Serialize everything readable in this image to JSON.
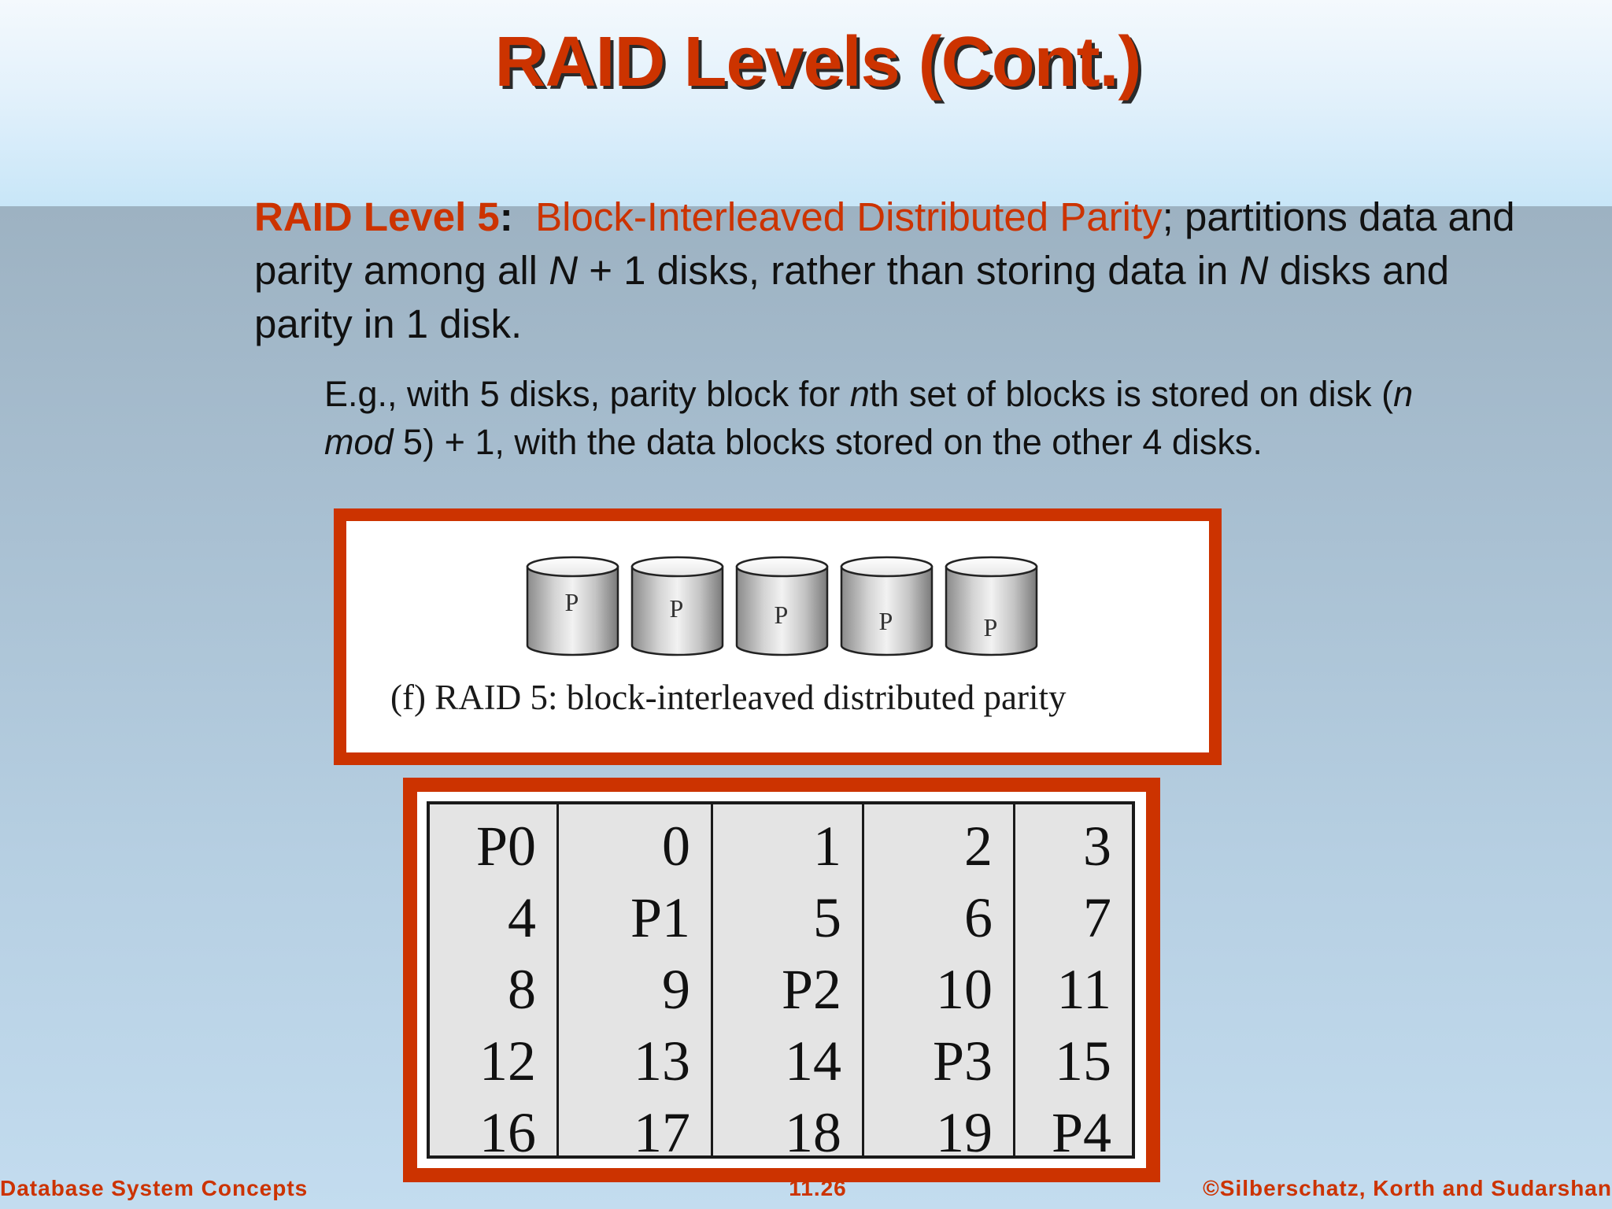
{
  "slide": {
    "title": "RAID Levels (Cont.)",
    "paragraph": {
      "level_label": "RAID Level 5",
      "colon": ":",
      "level_name": "Block-Interleaved Distributed Parity",
      "text_1": "; partitions data and parity among all ",
      "var_n1": "N",
      "text_2": " + 1 disks, rather than storing data in ",
      "var_n2": "N",
      "text_3": " disks and parity in 1 disk."
    },
    "example": {
      "text_1": "E.g., with 5 disks, parity block for ",
      "var_n": "n",
      "text_2": "th set of blocks is stored on disk (",
      "var_mod": "n mod",
      "text_3": " 5) + 1, with the data blocks stored on the other 4 disks."
    }
  },
  "figure": {
    "disk_label": "P",
    "disk_count": 5,
    "caption": "(f) RAID 5: block-interleaved distributed parity"
  },
  "table": {
    "columns": [
      [
        "P0",
        "4",
        "8",
        "12",
        "16"
      ],
      [
        "0",
        "P1",
        "9",
        "13",
        "17"
      ],
      [
        "1",
        "5",
        "P2",
        "14",
        "18"
      ],
      [
        "2",
        "6",
        "10",
        "P3",
        "19"
      ],
      [
        "3",
        "7",
        "11",
        "15",
        "P4"
      ]
    ]
  },
  "footer": {
    "left": "Database System Concepts",
    "center": "11.26",
    "right": "©Silberschatz, Korth and Sudarshan"
  },
  "colors": {
    "accent": "#cc3300",
    "text": "#111111"
  }
}
